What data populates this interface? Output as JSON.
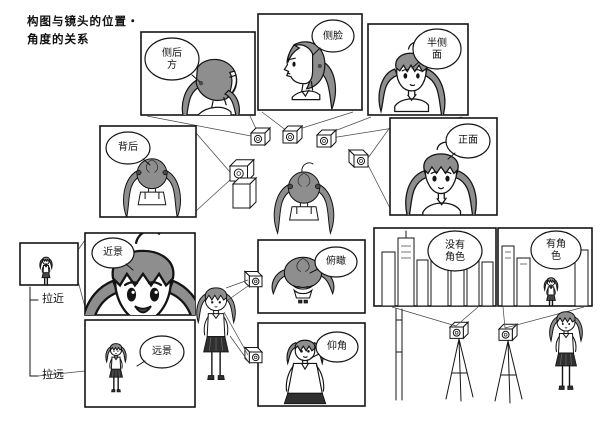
{
  "title": "构图与镜头的位置・\n角度的关系",
  "colors": {
    "ink": "#141414",
    "hair_gray": "#8e8e8e",
    "dark_fill": "#2f2f2f",
    "paper": "#ffffff"
  },
  "camera_angle_labels": {
    "side_rear": "侧后方",
    "profile": "侧脸",
    "half_profile": "半侧面",
    "behind": "背后",
    "front": "正面"
  },
  "shot_labels": {
    "close_shot": "近景",
    "far_shot": "远景",
    "zoom_in": "拉近",
    "zoom_out": "拉远",
    "high_angle": "俯瞰",
    "low_angle": "仰角",
    "no_character": "没有角色",
    "with_character": "有角色"
  }
}
